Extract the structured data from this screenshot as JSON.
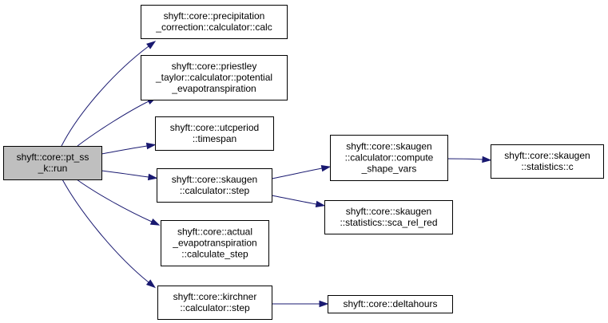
{
  "diagram": {
    "type": "call-graph",
    "colors": {
      "edge": "#191970",
      "root_fill": "#bfbfbf",
      "node_fill": "#ffffff",
      "border": "#000000"
    },
    "nodes": [
      {
        "id": "run",
        "lines": [
          "shyft::core::pt_ss",
          "_k::run"
        ],
        "root": true
      },
      {
        "id": "precip",
        "lines": [
          "shyft::core::precipitation",
          "_correction::calculator::calc"
        ]
      },
      {
        "id": "pt",
        "lines": [
          "shyft::core::priestley",
          "_taylor::calculator::potential",
          "_evapotranspiration"
        ]
      },
      {
        "id": "utc",
        "lines": [
          "shyft::core::utcperiod",
          "::timespan"
        ]
      },
      {
        "id": "skstep",
        "lines": [
          "shyft::core::skaugen",
          "::calculator::step"
        ]
      },
      {
        "id": "actual",
        "lines": [
          "shyft::core::actual",
          "_evapotranspiration",
          "::calculate_step"
        ]
      },
      {
        "id": "kirch",
        "lines": [
          "shyft::core::kirchner",
          "::calculator::step"
        ]
      },
      {
        "id": "compute",
        "lines": [
          "shyft::core::skaugen",
          "::calculator::compute",
          "_shape_vars"
        ]
      },
      {
        "id": "scarel",
        "lines": [
          "shyft::core::skaugen",
          "::statistics::sca_rel_red"
        ]
      },
      {
        "id": "delta",
        "lines": [
          "shyft::core::deltahours"
        ]
      },
      {
        "id": "statc",
        "lines": [
          "shyft::core::skaugen",
          "::statistics::c"
        ]
      }
    ],
    "edges": [
      {
        "from": "run",
        "to": "precip"
      },
      {
        "from": "run",
        "to": "pt"
      },
      {
        "from": "run",
        "to": "utc"
      },
      {
        "from": "run",
        "to": "skstep"
      },
      {
        "from": "run",
        "to": "actual"
      },
      {
        "from": "run",
        "to": "kirch"
      },
      {
        "from": "skstep",
        "to": "compute"
      },
      {
        "from": "skstep",
        "to": "scarel"
      },
      {
        "from": "compute",
        "to": "statc"
      },
      {
        "from": "kirch",
        "to": "delta"
      }
    ]
  }
}
